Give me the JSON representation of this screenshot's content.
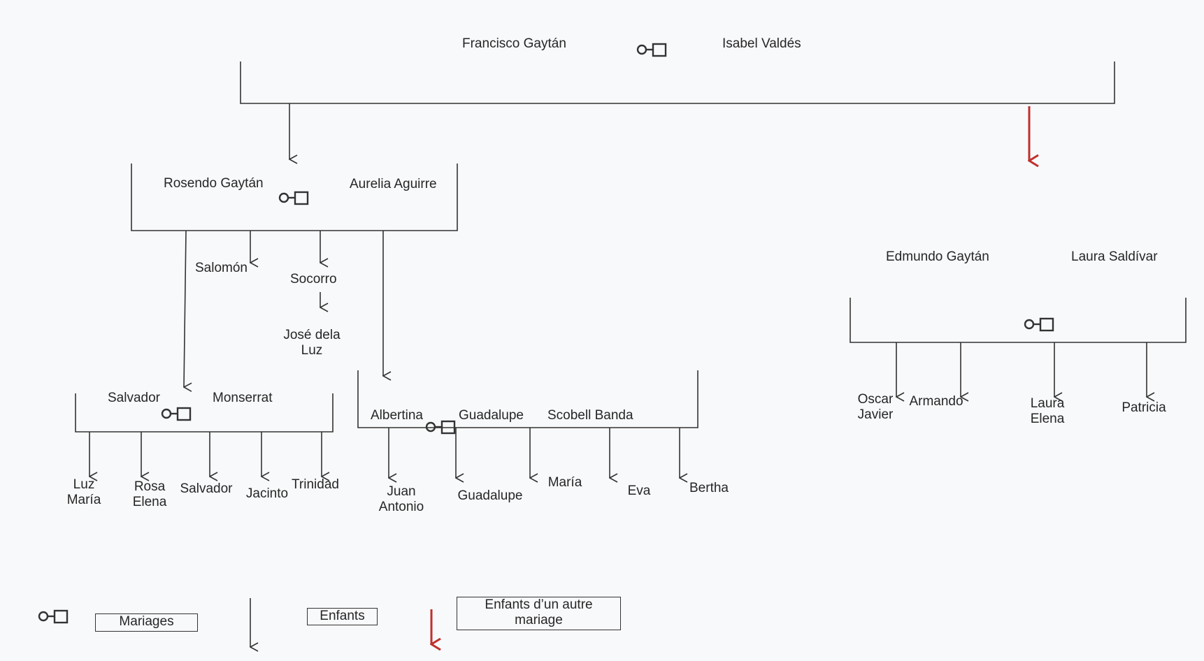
{
  "colors": {
    "line": "#333333",
    "other_marriage_arrow": "#c0302c",
    "text": "#262626"
  },
  "icons": {
    "marriage": "marriage-symbol-icon",
    "children": "down-arrow-icon",
    "other_marriage_children": "red-down-arrow-icon"
  },
  "root": {
    "husband": "Francisco Gaytán",
    "wife": "Isabel Valdés"
  },
  "rosendo_family": {
    "husband": "Rosendo Gaytán",
    "wife": "Aurelia Aguirre",
    "child_salomon": "Salomón",
    "child_socorro": "Socorro",
    "socorro_child": "José dela\nLuz"
  },
  "salvador_family": {
    "husband": "Salvador",
    "wife": "Monserrat",
    "children": [
      "Luz\nMaría",
      "Rosa\nElena",
      "Salvador",
      "Jacinto",
      "Trinidad"
    ]
  },
  "albertina_family": {
    "wife": "Albertina",
    "husband": "Guadalupe",
    "husband_surname": "Scobell Banda",
    "children": [
      "Juan\nAntonio",
      "Guadalupe",
      "María",
      "Eva",
      "Bertha"
    ]
  },
  "edmundo_family": {
    "husband": "Edmundo Gaytán",
    "wife": "Laura Saldívar",
    "children": [
      "Oscar\nJavier",
      "Armando",
      "Laura\nElena",
      "Patricia"
    ]
  },
  "legend": {
    "marriages": "Mariages",
    "children": "Enfants",
    "other_marriage": "Enfants d’un autre\nmariage"
  }
}
